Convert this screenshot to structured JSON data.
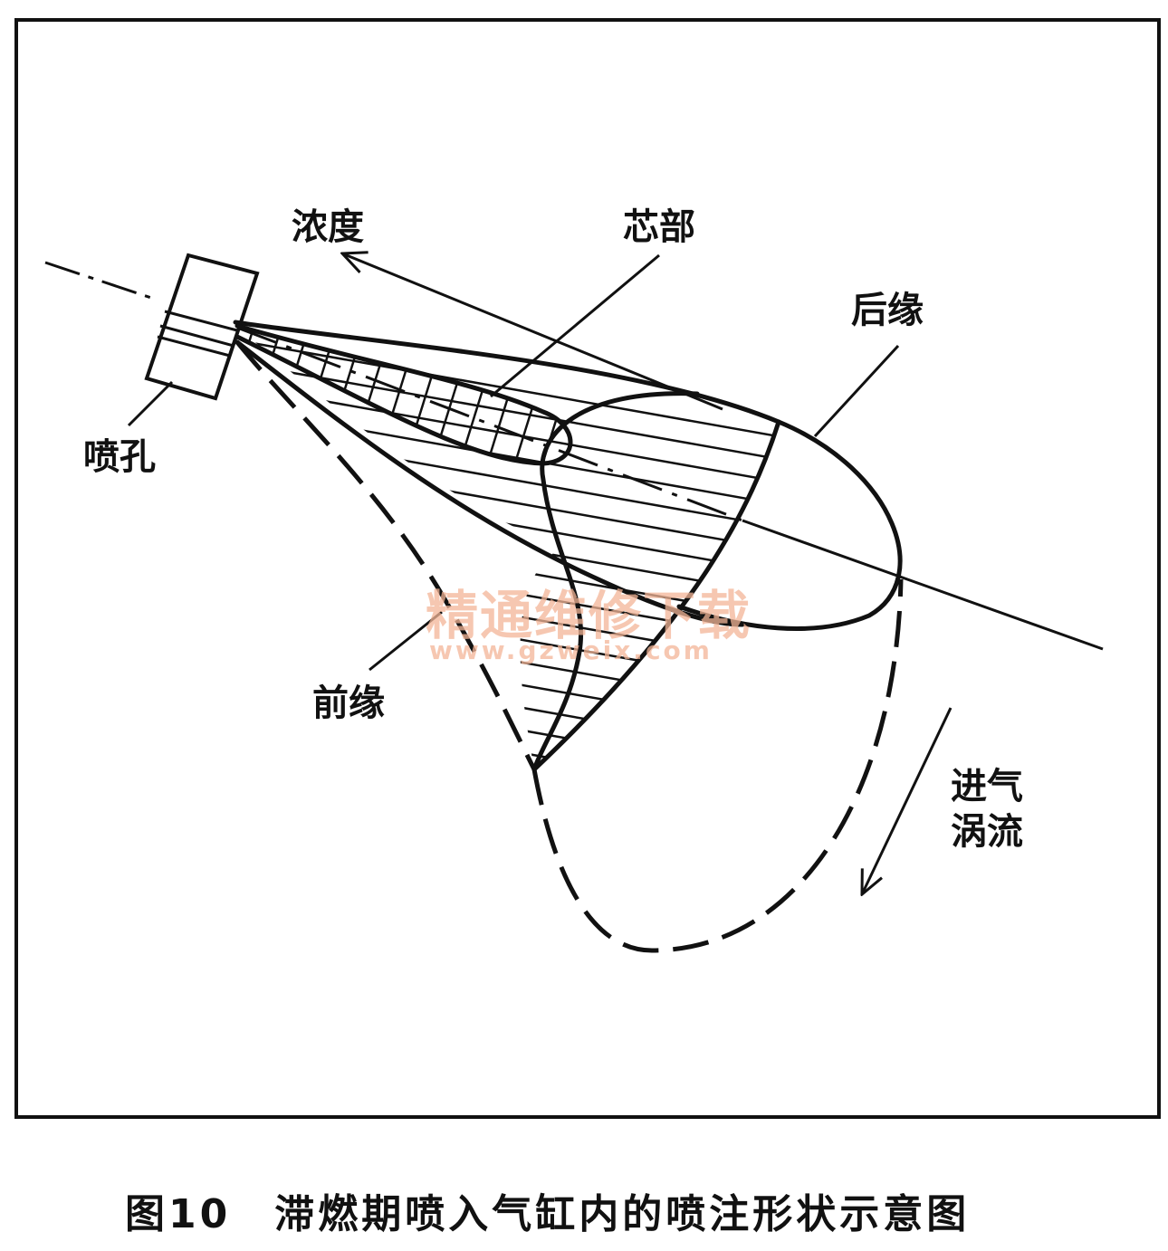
{
  "labels": {
    "concentration": "浓度",
    "core": "芯部",
    "trailing_edge": "后缘",
    "nozzle_hole": "喷孔",
    "leading_edge": "前缘",
    "intake_swirl_line1": "进气",
    "intake_swirl_line2": "涡流"
  },
  "caption": "图10　滞燃期喷入气缸内的喷注形状示意图",
  "watermark": {
    "line1": "精通维修下载",
    "line2": "www.gzweix.com"
  }
}
